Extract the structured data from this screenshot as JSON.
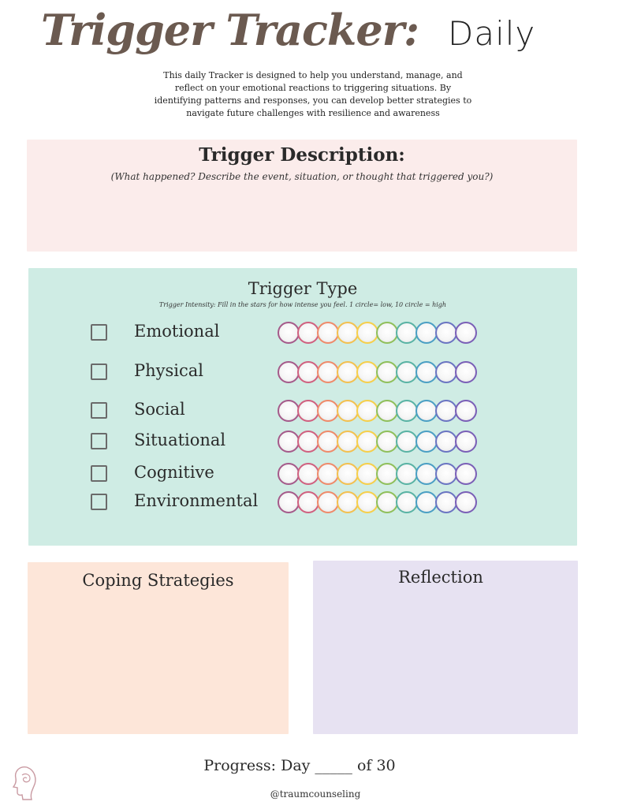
{
  "header": {
    "title": "Trigger Tracker:",
    "subtitle": "Daily",
    "intro_lines": [
      "This daily Tracker is designed to help you understand, manage, and",
      "reflect on your emotional reactions to triggering situations. By",
      "identifying patterns and responses, you can develop better strategies to",
      "navigate future challenges with resilience and awareness"
    ]
  },
  "description_section": {
    "heading": "Trigger Description:",
    "hint": "(What happened? Describe the event, situation, or thought that triggered you?)"
  },
  "type_section": {
    "heading": "Trigger Type",
    "hint": "Trigger Intensity: Fill in the stars for how intense you feel. 1 circle= low, 10 circle = high",
    "circle_colors": [
      "#a55a8a",
      "#d0607f",
      "#ef8a6a",
      "#f3c04f",
      "#f6cf4a",
      "#8fbf5a",
      "#59b3a4",
      "#4a9fc4",
      "#6a74c2",
      "#7a5fb7"
    ],
    "rows": [
      {
        "label": "Emotional",
        "checked": false
      },
      {
        "label": "Physical",
        "checked": false
      },
      {
        "label": "Social",
        "checked": false
      },
      {
        "label": "Situational",
        "checked": false
      },
      {
        "label": "Cognitive",
        "checked": false
      },
      {
        "label": "Environmental",
        "checked": false
      }
    ]
  },
  "coping_section": {
    "heading": "Coping Strategies"
  },
  "reflection_section": {
    "heading": "Reflection"
  },
  "footer": {
    "progress": "Progress: Day _____ of 30",
    "handle": "@traumcounseling"
  },
  "colors": {
    "title": "#6b5a50",
    "description_bg": "#fbeceb",
    "type_bg": "#cfece4",
    "coping_bg": "#fde6d9",
    "reflection_bg": "#e7e2f2"
  }
}
